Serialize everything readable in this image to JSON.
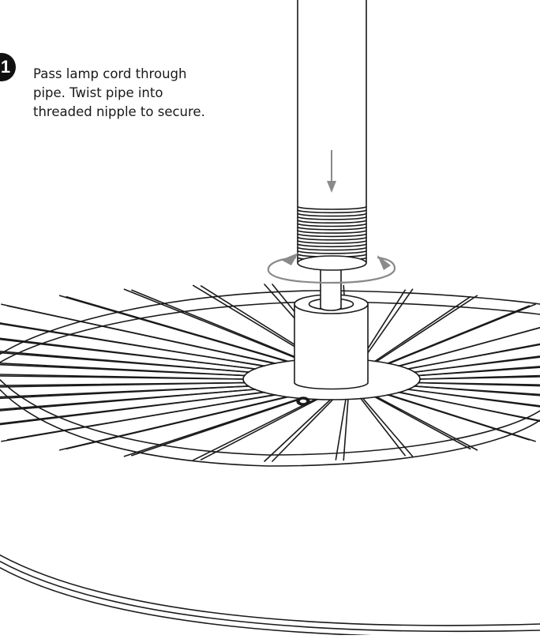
{
  "step": {
    "number": "1",
    "lines": [
      "Pass lamp cord through",
      "pipe. Twist pipe into",
      "threaded nipple to secure."
    ]
  },
  "colors": {
    "line": "#1a1a1a",
    "arrow": "#8a8a8a",
    "badge": "#111111"
  },
  "icons": {
    "down_arrow": "down-arrow-icon",
    "rotation_arrow": "rotation-arrow-icon"
  }
}
